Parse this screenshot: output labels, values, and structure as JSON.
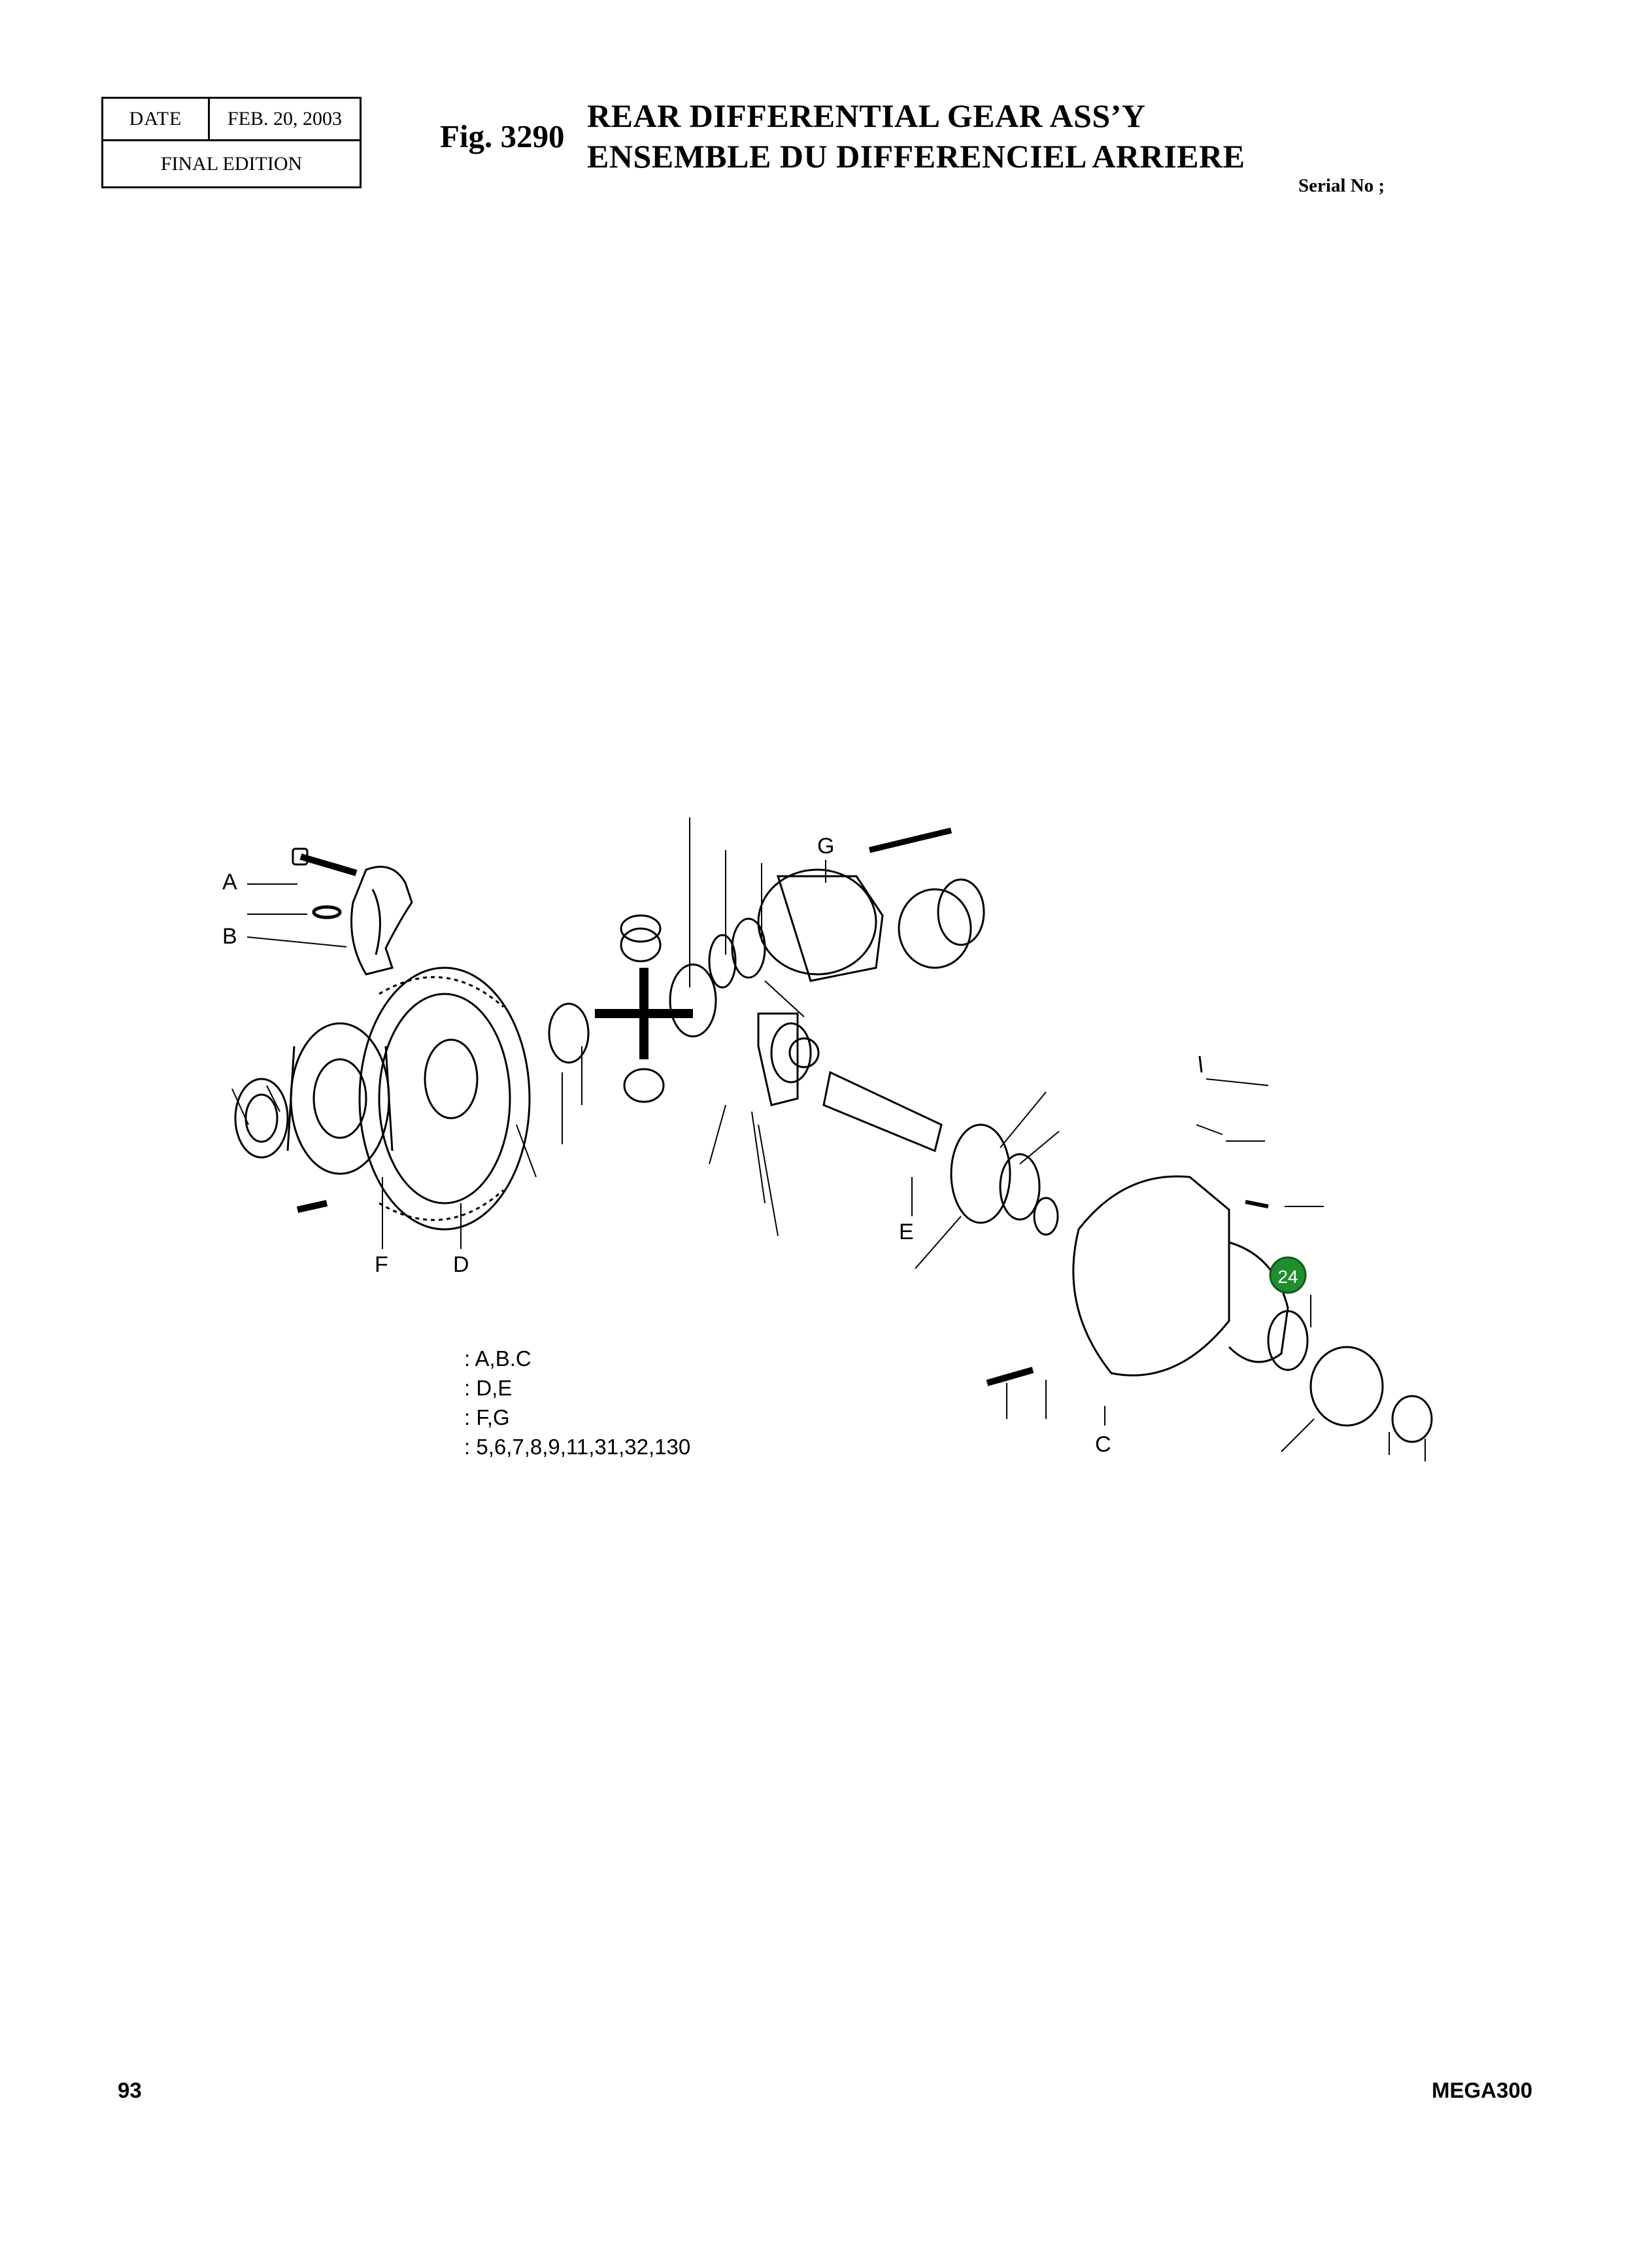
{
  "header": {
    "date_label": "DATE",
    "date_value": "FEB. 20, 2003",
    "edition": "FINAL EDITION"
  },
  "figure": {
    "number": "Fig. 3290",
    "title_en": "REAR DIFFERENTIAL GEAR ASS’Y",
    "title_fr": "ENSEMBLE DU DIFFERENCIEL ARRIERE",
    "serial_label": "Serial No ;"
  },
  "diagram": {
    "callout_letters": {
      "A": "A",
      "B": "B",
      "C": "C",
      "D": "D",
      "E": "E",
      "F": "F",
      "G": "G"
    },
    "highlight_part": {
      "number": "24",
      "color": "#1f8f2e"
    }
  },
  "legend": [
    ": A,B.C",
    ": D,E",
    ": F,G",
    ": 5,6,7,8,9,11,31,32,130"
  ],
  "footer": {
    "page_number": "93",
    "model": "MEGA300"
  }
}
